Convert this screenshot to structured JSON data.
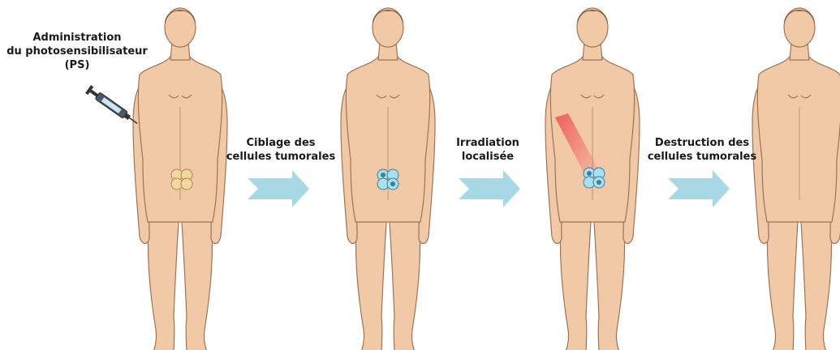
{
  "steps": [
    {
      "id": "administration",
      "lines": [
        "Administration",
        "du photosensibilisateur",
        "(PS)"
      ]
    },
    {
      "id": "ciblage",
      "lines": [
        "Ciblage des",
        "cellules tumorales"
      ]
    },
    {
      "id": "irradiation",
      "lines": [
        "Irradiation",
        "localisée"
      ]
    },
    {
      "id": "destruction",
      "lines": [
        "Destruction des",
        "cellules tumorales"
      ]
    }
  ],
  "colors": {
    "skin": "#f2c9a6",
    "skin_outline": "#9c7458",
    "hair": "#8a5a3c",
    "arrow": "#a8d7e6",
    "tumor_initial": "#f4d8a0",
    "tumor_marked": "#a9e0ef",
    "laser": "#ee3a48"
  },
  "icons": [
    "syringe-icon",
    "process-arrow-icon",
    "tumor-cells-icon",
    "laser-beam-icon"
  ]
}
